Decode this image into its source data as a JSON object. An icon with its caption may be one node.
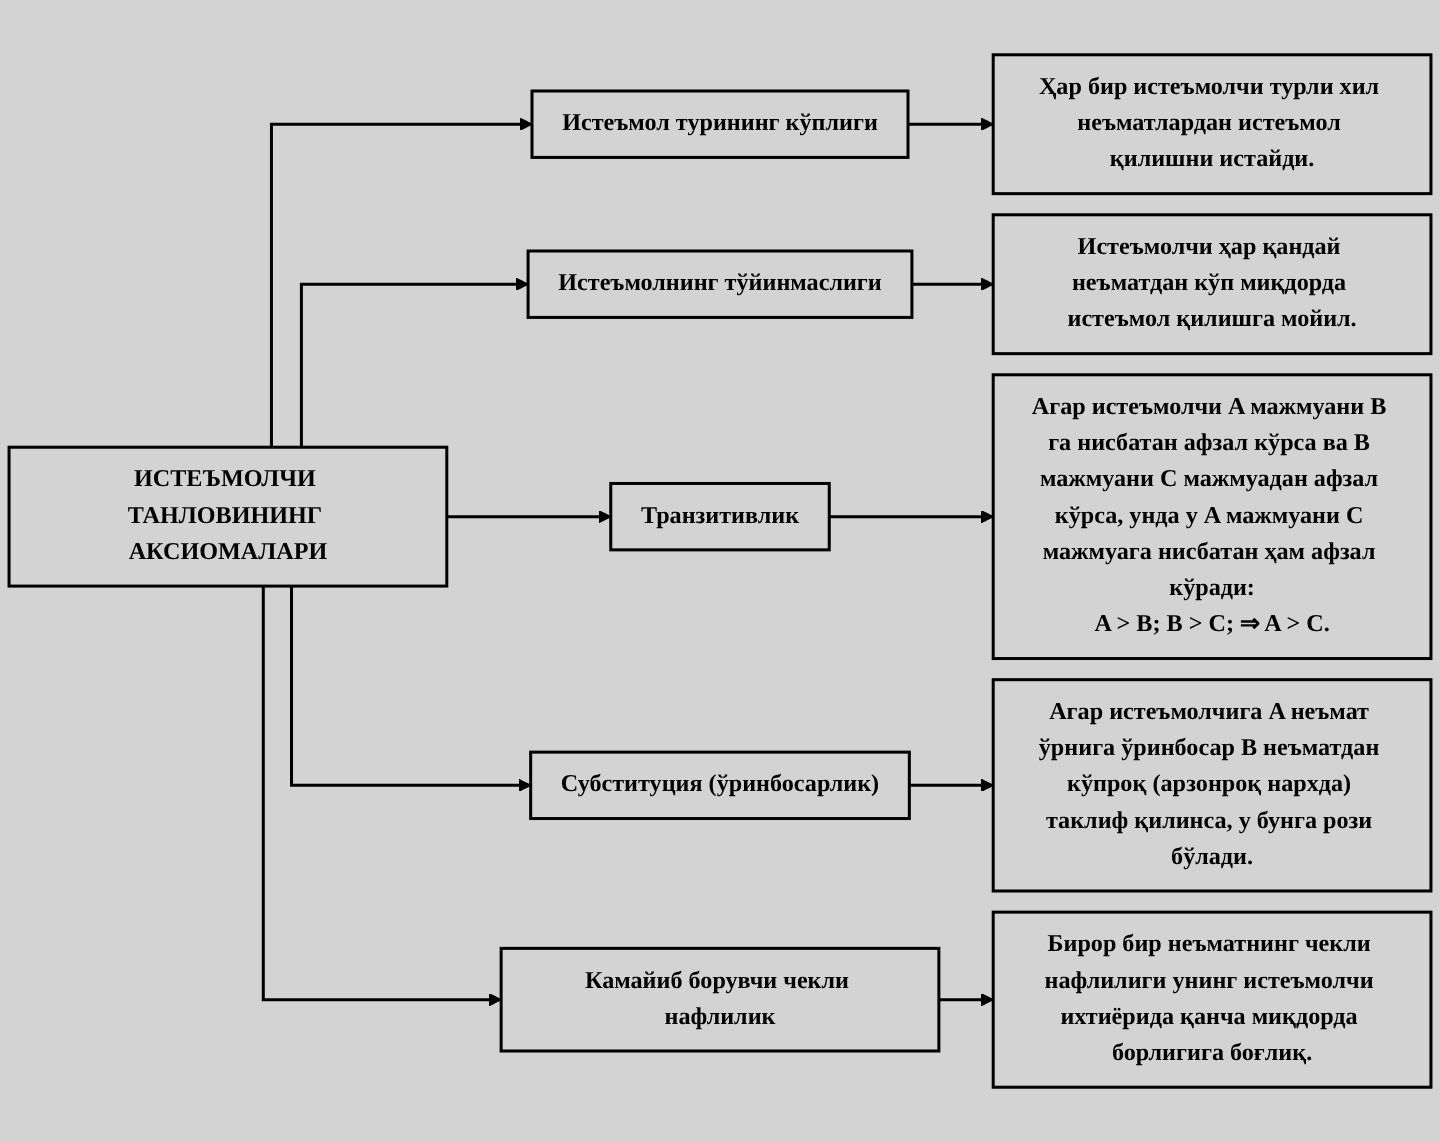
{
  "diagram": {
    "nodes": [
      {
        "text": [
          "ИСТЕЪМОЛЧИ ТАНЛОВИНИНГ АКСИОМАЛАРИ"
        ]
      },
      {
        "text": [
          "Истеъмол турининг кўплиги"
        ]
      },
      {
        "text": [
          "Ҳар бир истеъмолчи турли хил неъматлардан истеъмол қилишни истайди."
        ]
      },
      {
        "text": [
          "Истеъмолнинг тўйинмаслиги"
        ]
      },
      {
        "text": [
          "Истеъмолчи ҳар қандай неъматдан кўп миқдорда истеъмол қилишга мойил."
        ]
      },
      {
        "text": [
          "Транзитивлик"
        ]
      },
      {
        "text": [
          "Агар истеъмолчи A мажмуани B га нисбатан афзал кўрса ва B мажмуани C мажмуадан афзал кўрса, унда у A мажмуани C мажмуага нисбатан ҳам афзал кўради:",
          "A > B; B > C; ⇒ A > C."
        ]
      },
      {
        "text": [
          "Субституция (ўринбосарлик)"
        ]
      },
      {
        "text": [
          "Агар истеъмолчига A неъмат ўрнига ўринбосар B неъматдан кўпроқ (арзонроқ нархда) таклиф қилинса, у бунга рози бўлади."
        ]
      },
      {
        "text": [
          "Камайиб борувчи чекли нафлилик"
        ]
      },
      {
        "text": [
          "Бирор бир неъматнинг чекли нафлилиги унинг истеъмолчи ихтиёрида қанча миқдорда борлигига боғлиқ."
        ]
      }
    ],
    "edges": [
      {
        "from": 0,
        "to": 1,
        "arrow": "to"
      },
      {
        "from": 0,
        "to": 3,
        "arrow": "to"
      },
      {
        "from": 0,
        "to": 5,
        "arrow": "to"
      },
      {
        "from": 0,
        "to": 7,
        "arrow": "to"
      },
      {
        "from": 0,
        "to": 9,
        "arrow": "to"
      },
      {
        "from": 1,
        "to": 2,
        "arrow": "to"
      },
      {
        "from": 3,
        "to": 4,
        "arrow": "to"
      },
      {
        "from": 5,
        "to": 6,
        "arrow": "to"
      },
      {
        "from": 7,
        "to": 8,
        "arrow": "to"
      },
      {
        "from": 9,
        "to": 10,
        "arrow": "to"
      }
    ]
  }
}
